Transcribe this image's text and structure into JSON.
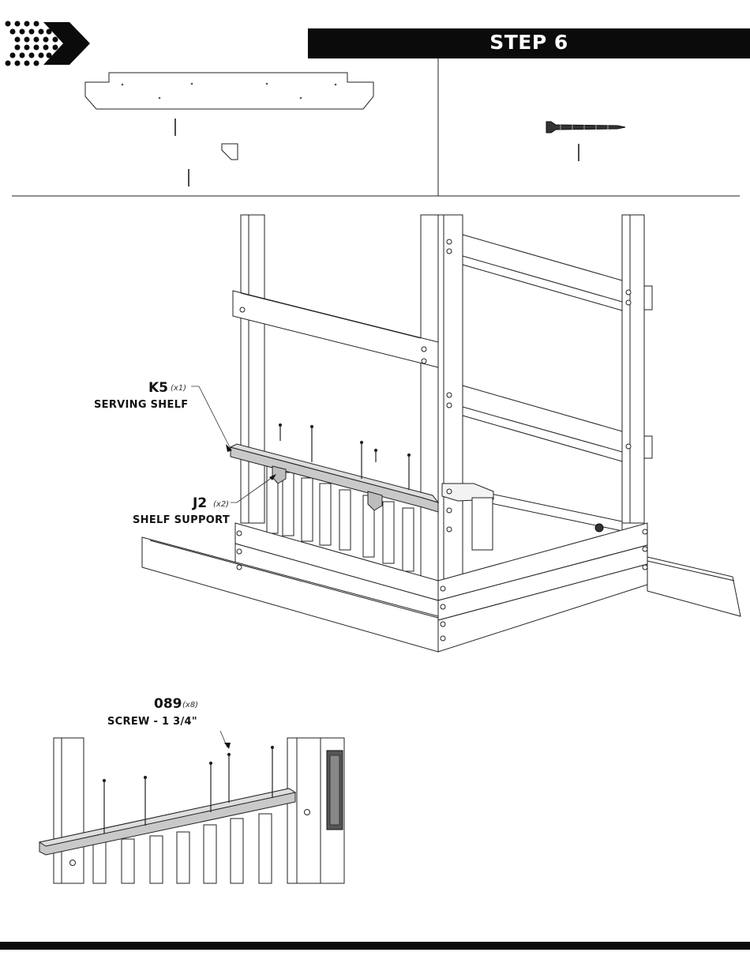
{
  "header": {
    "step_title": "STEP 6"
  },
  "parts_main": [
    {
      "code": "K5",
      "qty": "(x1)",
      "name": "SERVING SHELF"
    },
    {
      "code": "J2",
      "qty": "(x2)",
      "name": "SHELF SUPPORT"
    }
  ],
  "hardware_detail": {
    "code": "089",
    "qty": "(x8)",
    "name": "SCREW - 1 3/4\""
  },
  "icons": {
    "logo": "chevron-dots-logo-icon",
    "screw": "screw-icon"
  }
}
